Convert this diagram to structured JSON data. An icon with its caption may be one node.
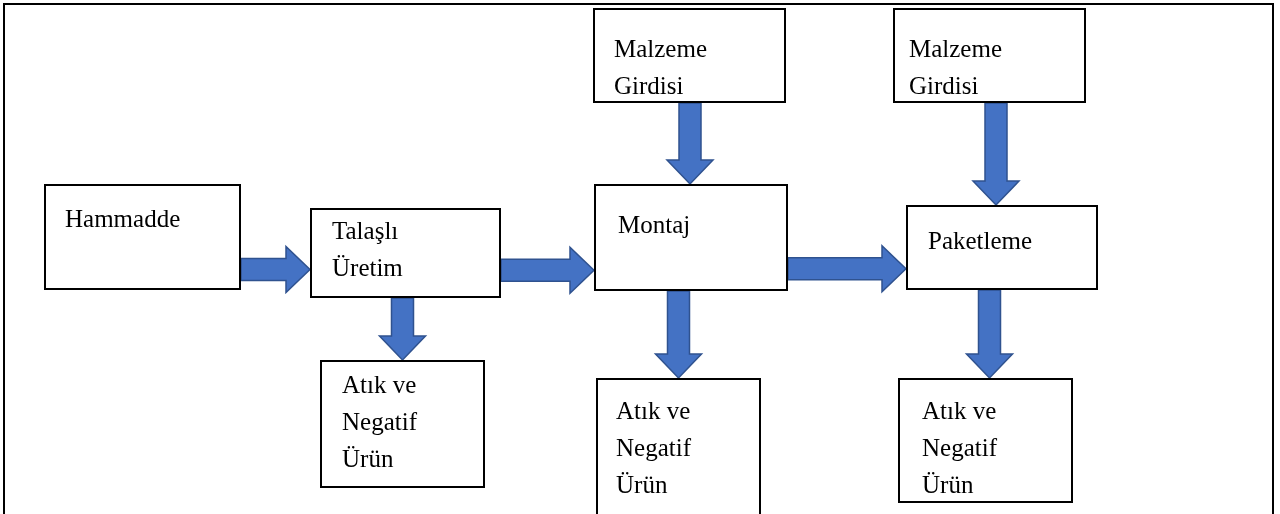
{
  "diagram": {
    "nodes": [
      {
        "text": [
          "Hammadde"
        ]
      },
      {
        "text": [
          "Talaşlı Üretim"
        ]
      },
      {
        "text": [
          "Malzeme Girdisi"
        ]
      },
      {
        "text": [
          "Montaj"
        ]
      },
      {
        "text": [
          "Malzeme Girdisi"
        ]
      },
      {
        "text": [
          "Paketleme"
        ]
      },
      {
        "text": [
          "Atık ve Negatif Ürün"
        ]
      },
      {
        "text": [
          "Atık ve Negatif Ürün"
        ]
      },
      {
        "text": [
          "Atık ve Negatif Ürün"
        ]
      }
    ],
    "edges": [
      {
        "from": 0,
        "to": 1,
        "arrow": "to"
      },
      {
        "from": 1,
        "to": 3,
        "arrow": "to"
      },
      {
        "from": 3,
        "to": 5,
        "arrow": "to"
      },
      {
        "from": 2,
        "to": 3,
        "arrow": "to"
      },
      {
        "from": 4,
        "to": 5,
        "arrow": "to"
      },
      {
        "from": 1,
        "to": 6,
        "arrow": "to"
      },
      {
        "from": 3,
        "to": 7,
        "arrow": "to"
      },
      {
        "from": 5,
        "to": 8,
        "arrow": "to"
      }
    ]
  }
}
